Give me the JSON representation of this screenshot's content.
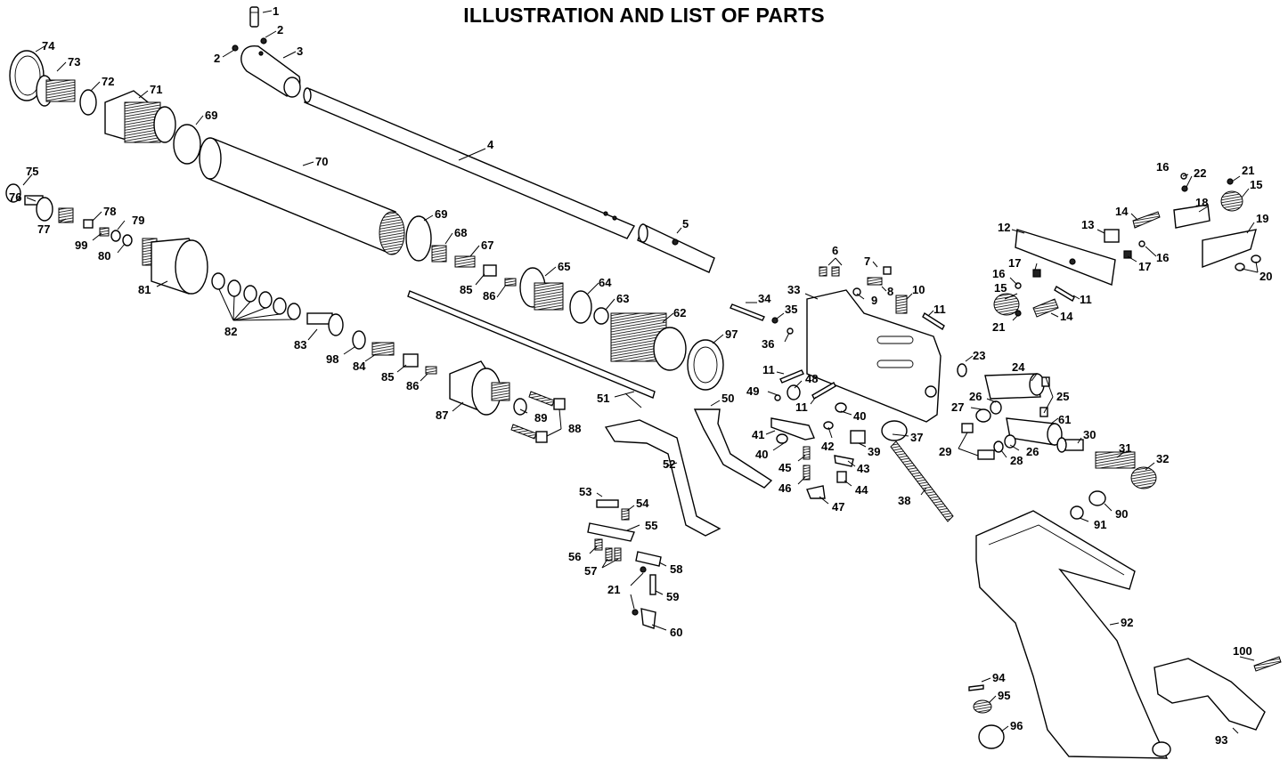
{
  "title": "ILLUSTRATION AND LIST OF PARTS",
  "labels": [
    {
      "id": "p1",
      "text": "1"
    },
    {
      "id": "p2a",
      "text": "2"
    },
    {
      "id": "p2b",
      "text": "2"
    },
    {
      "id": "p3",
      "text": "3"
    },
    {
      "id": "p4",
      "text": "4"
    },
    {
      "id": "p5",
      "text": "5"
    },
    {
      "id": "p6",
      "text": "6"
    },
    {
      "id": "p7",
      "text": "7"
    },
    {
      "id": "p8",
      "text": "8"
    },
    {
      "id": "p9",
      "text": "9"
    },
    {
      "id": "p10",
      "text": "10"
    },
    {
      "id": "p11a",
      "text": "11"
    },
    {
      "id": "p11b",
      "text": "11"
    },
    {
      "id": "p11c",
      "text": "11"
    },
    {
      "id": "p11d",
      "text": "11"
    },
    {
      "id": "p12",
      "text": "12"
    },
    {
      "id": "p13",
      "text": "13"
    },
    {
      "id": "p14a",
      "text": "14"
    },
    {
      "id": "p14b",
      "text": "14"
    },
    {
      "id": "p15a",
      "text": "15"
    },
    {
      "id": "p15b",
      "text": "15"
    },
    {
      "id": "p16a",
      "text": "16"
    },
    {
      "id": "p16b",
      "text": "16"
    },
    {
      "id": "p16c",
      "text": "16"
    },
    {
      "id": "p17a",
      "text": "17"
    },
    {
      "id": "p17b",
      "text": "17"
    },
    {
      "id": "p18",
      "text": "18"
    },
    {
      "id": "p19",
      "text": "19"
    },
    {
      "id": "p20",
      "text": "20"
    },
    {
      "id": "p21a",
      "text": "21"
    },
    {
      "id": "p21b",
      "text": "21"
    },
    {
      "id": "p21c",
      "text": "21"
    },
    {
      "id": "p22",
      "text": "22"
    },
    {
      "id": "p23",
      "text": "23"
    },
    {
      "id": "p24",
      "text": "24"
    },
    {
      "id": "p25",
      "text": "25"
    },
    {
      "id": "p26a",
      "text": "26"
    },
    {
      "id": "p26b",
      "text": "26"
    },
    {
      "id": "p27",
      "text": "27"
    },
    {
      "id": "p28",
      "text": "28"
    },
    {
      "id": "p29",
      "text": "29"
    },
    {
      "id": "p30",
      "text": "30"
    },
    {
      "id": "p31",
      "text": "31"
    },
    {
      "id": "p32",
      "text": "32"
    },
    {
      "id": "p33",
      "text": "33"
    },
    {
      "id": "p34",
      "text": "34"
    },
    {
      "id": "p35",
      "text": "35"
    },
    {
      "id": "p36",
      "text": "36"
    },
    {
      "id": "p37",
      "text": "37"
    },
    {
      "id": "p38",
      "text": "38"
    },
    {
      "id": "p39",
      "text": "39"
    },
    {
      "id": "p40a",
      "text": "40"
    },
    {
      "id": "p40b",
      "text": "40"
    },
    {
      "id": "p41",
      "text": "41"
    },
    {
      "id": "p42",
      "text": "42"
    },
    {
      "id": "p43",
      "text": "43"
    },
    {
      "id": "p44",
      "text": "44"
    },
    {
      "id": "p45",
      "text": "45"
    },
    {
      "id": "p46",
      "text": "46"
    },
    {
      "id": "p47",
      "text": "47"
    },
    {
      "id": "p48",
      "text": "48"
    },
    {
      "id": "p49",
      "text": "49"
    },
    {
      "id": "p50",
      "text": "50"
    },
    {
      "id": "p51",
      "text": "51"
    },
    {
      "id": "p52",
      "text": "52"
    },
    {
      "id": "p53",
      "text": "53"
    },
    {
      "id": "p54",
      "text": "54"
    },
    {
      "id": "p55",
      "text": "55"
    },
    {
      "id": "p56",
      "text": "56"
    },
    {
      "id": "p57",
      "text": "57"
    },
    {
      "id": "p58",
      "text": "58"
    },
    {
      "id": "p59",
      "text": "59"
    },
    {
      "id": "p60",
      "text": "60"
    },
    {
      "id": "p61",
      "text": "61"
    },
    {
      "id": "p62",
      "text": "62"
    },
    {
      "id": "p63",
      "text": "63"
    },
    {
      "id": "p64",
      "text": "64"
    },
    {
      "id": "p65",
      "text": "65"
    },
    {
      "id": "p67",
      "text": "67"
    },
    {
      "id": "p68",
      "text": "68"
    },
    {
      "id": "p69a",
      "text": "69"
    },
    {
      "id": "p69b",
      "text": "69"
    },
    {
      "id": "p70",
      "text": "70"
    },
    {
      "id": "p71",
      "text": "71"
    },
    {
      "id": "p72",
      "text": "72"
    },
    {
      "id": "p73",
      "text": "73"
    },
    {
      "id": "p74",
      "text": "74"
    },
    {
      "id": "p75",
      "text": "75"
    },
    {
      "id": "p76",
      "text": "76"
    },
    {
      "id": "p77",
      "text": "77"
    },
    {
      "id": "p78",
      "text": "78"
    },
    {
      "id": "p79",
      "text": "79"
    },
    {
      "id": "p80",
      "text": "80"
    },
    {
      "id": "p81",
      "text": "81"
    },
    {
      "id": "p82",
      "text": "82"
    },
    {
      "id": "p83",
      "text": "83"
    },
    {
      "id": "p84",
      "text": "84"
    },
    {
      "id": "p85a",
      "text": "85"
    },
    {
      "id": "p85b",
      "text": "85"
    },
    {
      "id": "p86a",
      "text": "86"
    },
    {
      "id": "p86b",
      "text": "86"
    },
    {
      "id": "p87",
      "text": "87"
    },
    {
      "id": "p88",
      "text": "88"
    },
    {
      "id": "p89",
      "text": "89"
    },
    {
      "id": "p90",
      "text": "90"
    },
    {
      "id": "p91",
      "text": "91"
    },
    {
      "id": "p92",
      "text": "92"
    },
    {
      "id": "p93",
      "text": "93"
    },
    {
      "id": "p94",
      "text": "94"
    },
    {
      "id": "p95",
      "text": "95"
    },
    {
      "id": "p96",
      "text": "96"
    },
    {
      "id": "p97",
      "text": "97"
    },
    {
      "id": "p98",
      "text": "98"
    },
    {
      "id": "p99",
      "text": "99"
    },
    {
      "id": "p100",
      "text": "100"
    }
  ]
}
